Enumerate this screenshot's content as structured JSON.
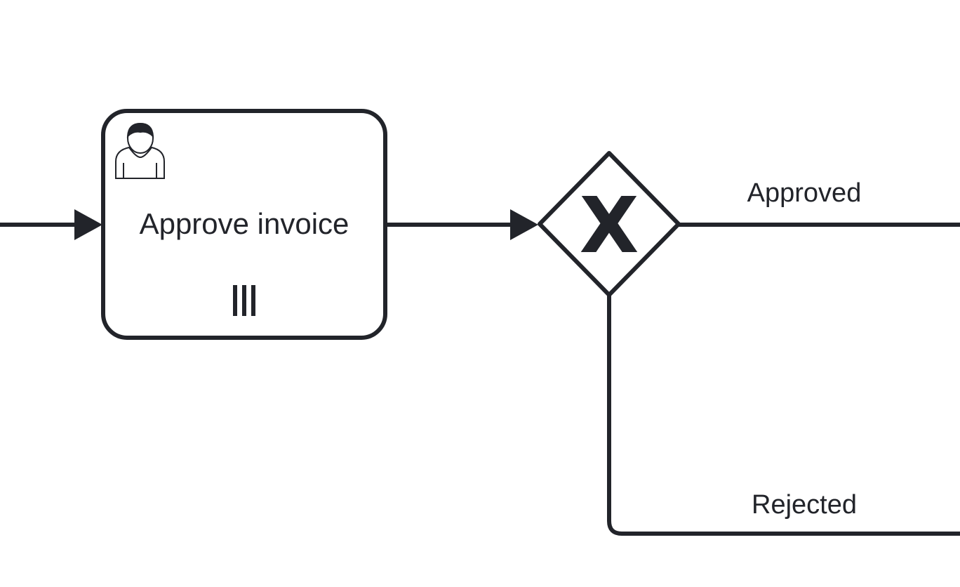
{
  "diagram": {
    "type": "BPMN process fragment",
    "task": {
      "label": "Approve invoice",
      "task_type_icon": "user-icon",
      "marker_icon": "parallel-multi-instance-icon"
    },
    "gateway": {
      "type": "exclusive",
      "marker": "X"
    },
    "flows": {
      "approved_label": "Approved",
      "rejected_label": "Rejected"
    },
    "colors": {
      "stroke": "#22242a",
      "background": "#ffffff"
    }
  }
}
